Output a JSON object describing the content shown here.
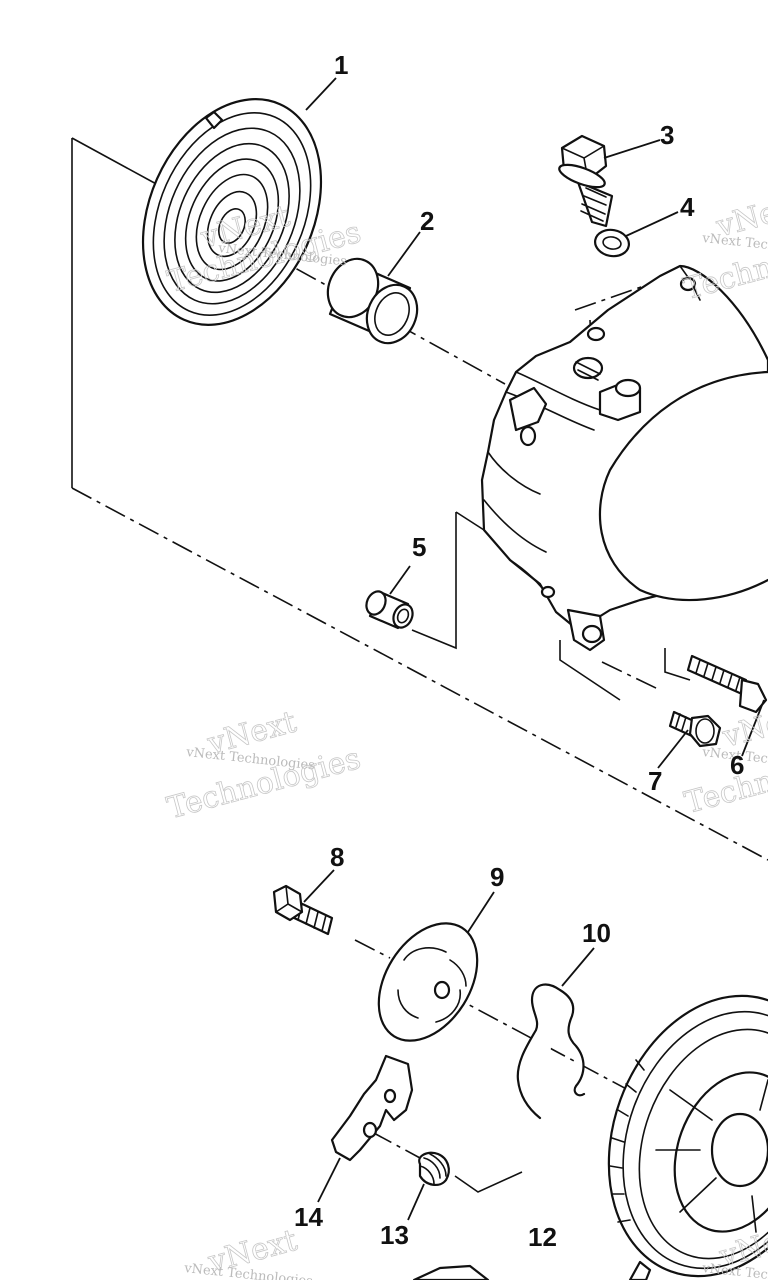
{
  "diagram": {
    "callouts": [
      "1",
      "2",
      "3",
      "4",
      "5",
      "6",
      "7",
      "8",
      "9",
      "10",
      "12",
      "13",
      "14"
    ],
    "watermark": {
      "line1": "vNext",
      "line2": "Technologies",
      "small": "vNext Technologies"
    }
  }
}
